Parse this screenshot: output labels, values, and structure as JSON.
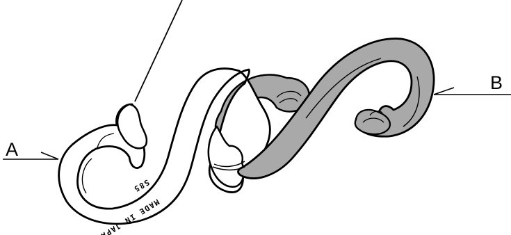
{
  "labels": {
    "a": "A",
    "b": "B"
  },
  "imprint": {
    "code": "S85",
    "origin": "MADE IN JAPAN"
  },
  "colors": {
    "piece_a_fill": "#ffffff",
    "piece_b_fill": "#a9a9a9",
    "outline": "#000000"
  }
}
